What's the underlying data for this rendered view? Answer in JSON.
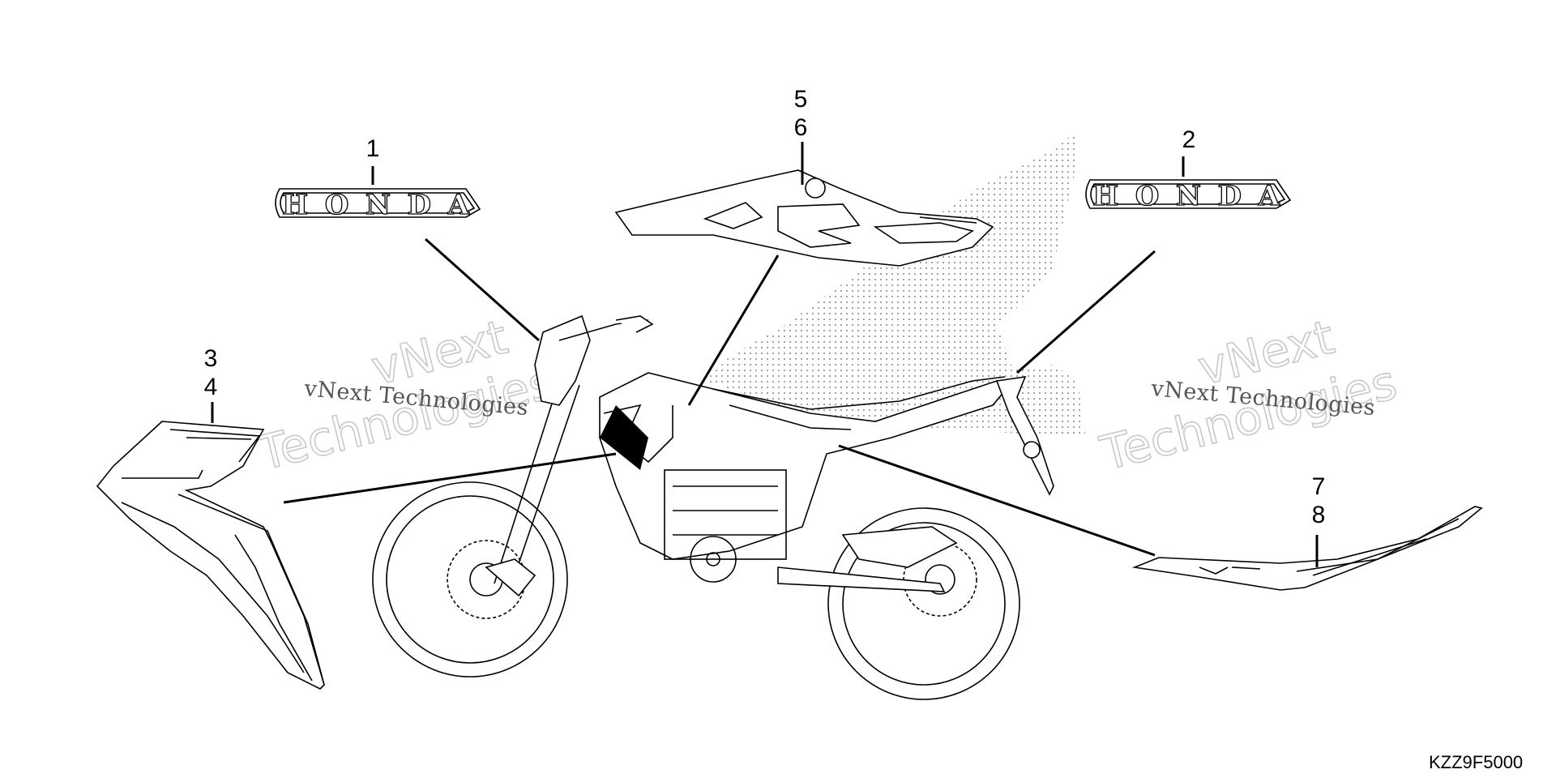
{
  "callouts": {
    "c1": "1",
    "c2": "2",
    "c3": "3",
    "c4": "4",
    "c5": "5",
    "c6": "6",
    "c7": "7",
    "c8": "8"
  },
  "emblems": {
    "left": "HONDA",
    "right": "HONDA"
  },
  "diagram_code": "KZZ9F5000",
  "watermark": {
    "brand_line": "vNext Technologies",
    "big_top": "vNext",
    "big_bottom": "Technologies"
  },
  "colors": {
    "line": "#000000",
    "background": "#ffffff",
    "watermark": "#c9c9c9",
    "stipple": "#9a9a9a"
  }
}
